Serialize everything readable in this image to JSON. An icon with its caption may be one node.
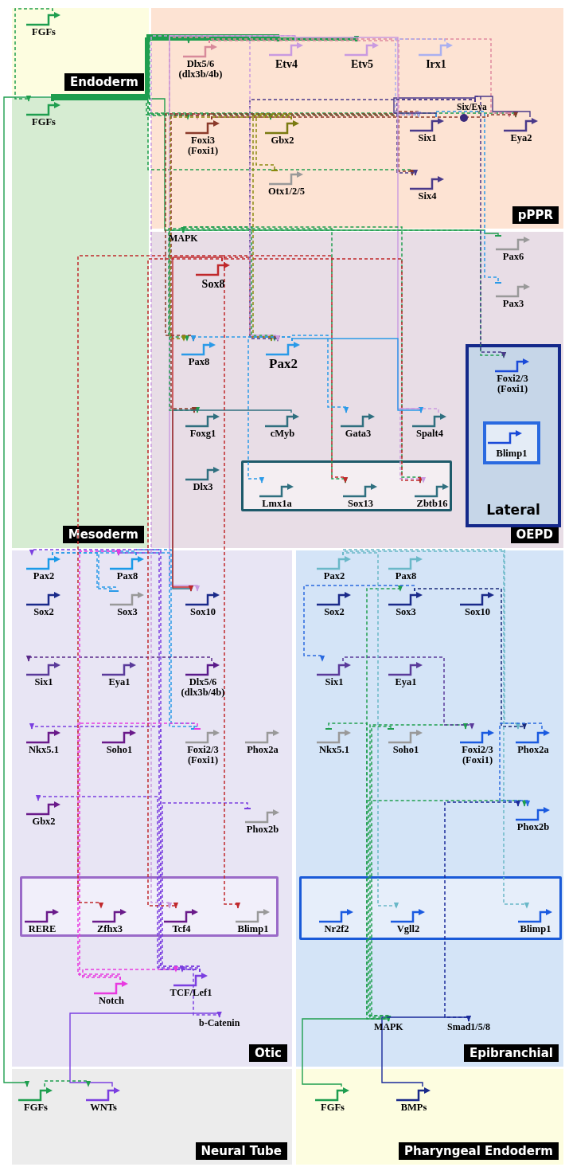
{
  "diagram": {
    "nodes": [
      {
        "text": [
          "Endoderm"
        ]
      },
      {
        "text": [
          "FGFs"
        ],
        "in": 0
      },
      {
        "text": [
          "Mesoderm"
        ]
      },
      {
        "text": [
          "FGFs"
        ],
        "in": 2
      },
      {
        "text": [
          "pPPR"
        ]
      },
      {
        "text": [
          "Dlx5/6 (dlx3b/4b)"
        ],
        "in": 4
      },
      {
        "text": [
          "Etv4"
        ],
        "in": 4
      },
      {
        "text": [
          "Etv5"
        ],
        "in": 4
      },
      {
        "text": [
          "Irx1"
        ],
        "in": 4
      },
      {
        "text": [
          "Foxi3 (Foxi1)"
        ],
        "in": 4
      },
      {
        "text": [
          "Gbx2"
        ],
        "in": 4
      },
      {
        "text": [
          "Six1"
        ],
        "in": 4
      },
      {
        "text": [
          "Six/Eya"
        ],
        "in": 4
      },
      {
        "text": [
          "Eya2"
        ],
        "in": 4
      },
      {
        "text": [
          "Otx1/2/5"
        ],
        "in": 4
      },
      {
        "text": [
          "Six4"
        ],
        "in": 4
      },
      {
        "text": [
          "OEPD"
        ]
      },
      {
        "text": [
          "MAPK"
        ],
        "in": 16
      },
      {
        "text": [
          "Pax6"
        ],
        "in": 16
      },
      {
        "text": [
          "Sox8"
        ],
        "in": 16
      },
      {
        "text": [
          "Pax3"
        ],
        "in": 16
      },
      {
        "text": [
          "Pax8"
        ],
        "in": 16
      },
      {
        "text": [
          "Pax2"
        ],
        "in": 16
      },
      {
        "text": [
          "Lateral"
        ],
        "in": 16
      },
      {
        "text": [
          "Foxi2/3 (Foxi1)"
        ],
        "in": 23
      },
      {
        "text": [
          "Blimp1"
        ],
        "in": 23
      },
      {
        "text": [
          "Foxg1"
        ],
        "in": 16
      },
      {
        "text": [
          "cMyb"
        ],
        "in": 16
      },
      {
        "text": [
          "Gata3"
        ],
        "in": 16
      },
      {
        "text": [
          "Spalt4"
        ],
        "in": 16
      },
      {
        "text": [
          "Dlx3"
        ],
        "in": 16
      },
      {
        "text": [],
        "shape": "box",
        "in": 16
      },
      {
        "text": [
          "Lmx1a"
        ],
        "in": 31
      },
      {
        "text": [
          "Sox13"
        ],
        "in": 31
      },
      {
        "text": [
          "Zbtb16"
        ],
        "in": 31
      },
      {
        "text": [
          "Otic"
        ]
      },
      {
        "text": [
          "Pax2"
        ],
        "in": 35
      },
      {
        "text": [
          "Pax8"
        ],
        "in": 35
      },
      {
        "text": [
          "Sox2"
        ],
        "in": 35
      },
      {
        "text": [
          "Sox3"
        ],
        "in": 35
      },
      {
        "text": [
          "Sox10"
        ],
        "in": 35
      },
      {
        "text": [
          "Six1"
        ],
        "in": 35
      },
      {
        "text": [
          "Eya1"
        ],
        "in": 35
      },
      {
        "text": [
          "Dlx5/6 (dlx3b/4b)"
        ],
        "in": 35
      },
      {
        "text": [
          "Nkx5.1"
        ],
        "in": 35
      },
      {
        "text": [
          "Soho1"
        ],
        "in": 35
      },
      {
        "text": [
          "Foxi2/3 (Foxi1)"
        ],
        "in": 35
      },
      {
        "text": [
          "Phox2a"
        ],
        "in": 35
      },
      {
        "text": [
          "Gbx2"
        ],
        "in": 35
      },
      {
        "text": [
          "Phox2b"
        ],
        "in": 35
      },
      {
        "text": [],
        "shape": "box",
        "in": 35
      },
      {
        "text": [
          "RERE"
        ],
        "in": 50
      },
      {
        "text": [
          "Zfhx3"
        ],
        "in": 50
      },
      {
        "text": [
          "Tcf4"
        ],
        "in": 50
      },
      {
        "text": [
          "Blimp1"
        ],
        "in": 50
      },
      {
        "text": [
          "Notch"
        ],
        "in": 35
      },
      {
        "text": [
          "TCF/Lef1"
        ],
        "in": 35
      },
      {
        "text": [
          "b-Catenin"
        ],
        "in": 35
      },
      {
        "text": [
          "Epibranchial"
        ]
      },
      {
        "text": [
          "Pax2"
        ],
        "in": 58
      },
      {
        "text": [
          "Pax8"
        ],
        "in": 58
      },
      {
        "text": [
          "Sox2"
        ],
        "in": 58
      },
      {
        "text": [
          "Sox3"
        ],
        "in": 58
      },
      {
        "text": [
          "Sox10"
        ],
        "in": 58
      },
      {
        "text": [
          "Six1"
        ],
        "in": 58
      },
      {
        "text": [
          "Eya1"
        ],
        "in": 58
      },
      {
        "text": [
          "Nkx5.1"
        ],
        "in": 58
      },
      {
        "text": [
          "Soho1"
        ],
        "in": 58
      },
      {
        "text": [
          "Foxi2/3 (Foxi1)"
        ],
        "in": 58
      },
      {
        "text": [
          "Phox2a"
        ],
        "in": 58
      },
      {
        "text": [
          "Phox2b"
        ],
        "in": 58
      },
      {
        "text": [],
        "shape": "box",
        "in": 58
      },
      {
        "text": [
          "Nr2f2"
        ],
        "in": 71
      },
      {
        "text": [
          "Vgll2"
        ],
        "in": 71
      },
      {
        "text": [
          "Blimp1"
        ],
        "in": 71
      },
      {
        "text": [
          "MAPK"
        ],
        "in": 58
      },
      {
        "text": [
          "Smad1/5/8"
        ],
        "in": 58
      },
      {
        "text": [
          "Neural Tube"
        ]
      },
      {
        "text": [
          "FGFs"
        ],
        "in": 77
      },
      {
        "text": [
          "WNTs"
        ],
        "in": 77
      },
      {
        "text": [
          "Pharyngeal Endoderm"
        ]
      },
      {
        "text": [
          "FGFs"
        ],
        "in": 80
      },
      {
        "text": [
          "BMPs"
        ],
        "in": 80
      }
    ],
    "edges": [
      {
        "from": 1,
        "to": 3,
        "arrow": "to",
        "style": "dashed",
        "color": "#1f9e4f"
      },
      {
        "from": 3,
        "to": 5,
        "arrow": "to",
        "style": "dashed",
        "color": "#1f9e4f"
      },
      {
        "from": 3,
        "to": 6,
        "arrow": "to",
        "style": "thick",
        "color": "#1f9e4f"
      },
      {
        "from": 3,
        "to": 7,
        "arrow": "to",
        "style": "thick",
        "color": "#1f9e4f"
      },
      {
        "from": 3,
        "to": 9,
        "arrow": "to",
        "style": "dashed",
        "color": "#1f9e4f"
      },
      {
        "from": 3,
        "to": 10,
        "arrow": "to",
        "style": "dashed",
        "color": "#1f9e4f"
      },
      {
        "from": 3,
        "to": 11,
        "arrow": "to",
        "style": "dashed",
        "color": "#1f9e4f"
      },
      {
        "from": 3,
        "to": 13,
        "arrow": "to",
        "style": "dashed",
        "color": "#1f9e4f"
      },
      {
        "from": 3,
        "to": 15,
        "arrow": "to",
        "style": "dashed",
        "color": "#1f9e4f"
      },
      {
        "from": 3,
        "to": 17,
        "arrow": "to",
        "color": "#1f9e4f"
      },
      {
        "from": 3,
        "to": 78,
        "arrow": "to",
        "color": "#1f9e4f"
      },
      {
        "from": 5,
        "to": 9,
        "arrow": "to",
        "style": "dashed",
        "color": "#e08aa0"
      },
      {
        "from": 5,
        "to": 11,
        "arrow": "to",
        "style": "dashed",
        "color": "#e08aa0"
      },
      {
        "from": 5,
        "to": 13,
        "arrow": "to",
        "style": "dashed",
        "color": "#e08aa0"
      },
      {
        "from": 9,
        "to": 11,
        "arrow": "to",
        "style": "dashed",
        "color": "#8b3a2a"
      },
      {
        "from": 9,
        "to": 13,
        "arrow": "to",
        "style": "dashed",
        "color": "#8b3a2a"
      },
      {
        "from": 9,
        "to": 15,
        "arrow": "to",
        "style": "dashed",
        "color": "#8b3a2a"
      },
      {
        "from": 10,
        "to": 14,
        "arrow": "other",
        "style": "dashed",
        "color": "#8a8a10"
      },
      {
        "from": 8,
        "to": 11,
        "arrow": "to",
        "style": "dashed",
        "color": "#aab0f0"
      },
      {
        "from": 11,
        "to": 12,
        "arrow": "none",
        "color": "#4a3a8a"
      },
      {
        "from": 13,
        "to": 12,
        "arrow": "none",
        "color": "#4a3a8a"
      },
      {
        "from": 12,
        "to": 15,
        "arrow": "to",
        "style": "dashed",
        "color": "#4a3a8a"
      },
      {
        "from": 6,
        "to": 29,
        "arrow": "to",
        "color": "#c99ae0"
      },
      {
        "from": 6,
        "to": 40,
        "arrow": "to",
        "color": "#c99ae0"
      },
      {
        "from": 17,
        "to": 18,
        "arrow": "other",
        "color": "#1f9e4f"
      },
      {
        "from": 17,
        "to": 21,
        "arrow": "to",
        "style": "dashed",
        "color": "#1f9e4f"
      },
      {
        "from": 17,
        "to": 22,
        "arrow": "to",
        "style": "dashed",
        "color": "#1f9e4f"
      },
      {
        "from": 17,
        "to": 26,
        "arrow": "to",
        "style": "dashed",
        "color": "#1f9e4f"
      },
      {
        "from": 17,
        "to": 33,
        "arrow": "to",
        "style": "dashed",
        "color": "#1f9e4f"
      },
      {
        "from": 17,
        "to": 34,
        "arrow": "to",
        "style": "dashed",
        "color": "#1f9e4f"
      },
      {
        "from": 17,
        "to": 24,
        "arrow": "to",
        "style": "dashed",
        "color": "#1f9e4f"
      },
      {
        "from": 19,
        "to": 22,
        "arrow": "to",
        "style": "dashed",
        "color": "#c0282b"
      },
      {
        "from": 19,
        "to": 33,
        "arrow": "to",
        "style": "dashed",
        "color": "#c0282b"
      },
      {
        "from": 19,
        "to": 34,
        "arrow": "to",
        "style": "dashed",
        "color": "#c0282b"
      },
      {
        "from": 9,
        "to": 26,
        "arrow": "to",
        "style": "dashed",
        "color": "#8b3a2a"
      },
      {
        "from": 9,
        "to": 21,
        "arrow": "to",
        "style": "dashed",
        "color": "#8b3a2a"
      },
      {
        "from": 10,
        "to": 21,
        "arrow": "to",
        "style": "dashed",
        "color": "#8a8a10"
      },
      {
        "from": 10,
        "to": 22,
        "arrow": "to",
        "style": "dashed",
        "color": "#8a8a10"
      },
      {
        "from": 12,
        "to": 24,
        "arrow": "to",
        "style": "dashed",
        "color": "#4a3a8a"
      },
      {
        "from": 12,
        "to": 22,
        "arrow": "to",
        "style": "dashed",
        "color": "#4a3a8a"
      },
      {
        "from": 22,
        "to": 32,
        "arrow": "to",
        "style": "dashed",
        "color": "#2a9ae8"
      },
      {
        "from": 22,
        "to": 28,
        "arrow": "to",
        "style": "dashed",
        "color": "#2a9ae8"
      },
      {
        "from": 22,
        "to": 29,
        "arrow": "to",
        "color": "#2a9ae8"
      },
      {
        "from": 22,
        "to": 21,
        "arrow": "to",
        "style": "dashed",
        "color": "#2a9ae8"
      },
      {
        "from": 11,
        "to": 20,
        "arrow": "other",
        "style": "dashed",
        "color": "#2a9ae8"
      },
      {
        "from": 27,
        "to": 40,
        "arrow": "to",
        "color": "#2f6f7f"
      },
      {
        "from": 29,
        "to": 34,
        "arrow": "to",
        "style": "dashed",
        "color": "#c99ae0"
      },
      {
        "from": 6,
        "to": 22,
        "arrow": "to",
        "style": "dashed",
        "color": "#c99ae0"
      },
      {
        "from": 36,
        "to": 39,
        "arrow": "other",
        "style": "dashed",
        "color": "#2a9ae8"
      },
      {
        "from": 37,
        "to": 39,
        "arrow": "other",
        "style": "dashed",
        "color": "#2a9ae8"
      },
      {
        "from": 37,
        "to": 46,
        "arrow": "other",
        "style": "dashed",
        "color": "#2a9ae8"
      },
      {
        "from": 36,
        "to": 46,
        "arrow": "other",
        "style": "dashed",
        "color": "#2a9ae8"
      },
      {
        "from": 43,
        "to": 41,
        "arrow": "to",
        "style": "dashed",
        "color": "#5a2a8a"
      },
      {
        "from": 56,
        "to": 36,
        "arrow": "to",
        "style": "dashed",
        "color": "#7b3fe0"
      },
      {
        "from": 56,
        "to": 37,
        "arrow": "to",
        "style": "dashed",
        "color": "#7b3fe0"
      },
      {
        "from": 56,
        "to": 48,
        "arrow": "to",
        "style": "dashed",
        "color": "#7b3fe0"
      },
      {
        "from": 56,
        "to": 49,
        "arrow": "other",
        "style": "dashed",
        "color": "#7b3fe0"
      },
      {
        "from": 56,
        "to": 44,
        "arrow": "to",
        "style": "dashed",
        "color": "#7b3fe0"
      },
      {
        "from": 55,
        "to": 37,
        "arrow": "to",
        "style": "dashed",
        "color": "#e83ae0"
      },
      {
        "from": 55,
        "to": 46,
        "arrow": "other",
        "style": "dashed",
        "color": "#e83ae0"
      },
      {
        "from": 55,
        "to": 56,
        "arrow": "to",
        "style": "dashed",
        "color": "#e83ae0"
      },
      {
        "from": 19,
        "to": 40,
        "arrow": "to",
        "color": "#c0282b"
      },
      {
        "from": 19,
        "to": 52,
        "arrow": "to",
        "style": "dashed",
        "color": "#c0282b"
      },
      {
        "from": 19,
        "to": 53,
        "arrow": "to",
        "style": "dashed",
        "color": "#c0282b"
      },
      {
        "from": 19,
        "to": 54,
        "arrow": "to",
        "style": "dashed",
        "color": "#c0282b"
      },
      {
        "from": 6,
        "to": 53,
        "arrow": "to",
        "style": "dashed",
        "color": "#c99ae0"
      },
      {
        "from": 57,
        "to": 56,
        "arrow": "to",
        "style": "dashed",
        "color": "#7b3fe0"
      },
      {
        "from": 79,
        "to": 57,
        "arrow": "to",
        "color": "#7b3fe0"
      },
      {
        "from": 78,
        "to": 79,
        "arrow": "to",
        "style": "dashed",
        "color": "#1f9e4f"
      },
      {
        "from": 81,
        "to": 75,
        "arrow": "to",
        "color": "#1f9e4f"
      },
      {
        "from": 82,
        "to": 76,
        "arrow": "to",
        "color": "#1a2a9a"
      },
      {
        "from": 75,
        "to": 66,
        "arrow": "other",
        "style": "dashed",
        "color": "#1f9e4f"
      },
      {
        "from": 75,
        "to": 67,
        "arrow": "other",
        "style": "dashed",
        "color": "#1f9e4f"
      },
      {
        "from": 75,
        "to": 68,
        "arrow": "to",
        "style": "dashed",
        "color": "#1f9e4f"
      },
      {
        "from": 75,
        "to": 70,
        "arrow": "to",
        "style": "dashed",
        "color": "#1f9e4f"
      },
      {
        "from": 75,
        "to": 62,
        "arrow": "to",
        "style": "dashed",
        "color": "#1f9e4f"
      },
      {
        "from": 76,
        "to": 70,
        "arrow": "to",
        "style": "dashed",
        "color": "#1a2a9a"
      },
      {
        "from": 62,
        "to": 64,
        "arrow": "to",
        "style": "dashed",
        "color": "#2a6ae0"
      },
      {
        "from": 62,
        "to": 69,
        "arrow": "to",
        "style": "dashed",
        "color": "#1a2a7a"
      },
      {
        "from": 64,
        "to": 68,
        "arrow": "to",
        "style": "dashed",
        "color": "#5a3a9a"
      },
      {
        "from": 59,
        "to": 69,
        "arrow": "to",
        "style": "dashed",
        "color": "#6ab8c8"
      },
      {
        "from": 59,
        "to": 73,
        "arrow": "to",
        "style": "dashed",
        "color": "#6ab8c8"
      },
      {
        "from": 59,
        "to": 74,
        "arrow": "to",
        "style": "dashed",
        "color": "#6ab8c8"
      },
      {
        "from": 69,
        "to": 70,
        "arrow": "to",
        "style": "dashed",
        "color": "#2a6ae0"
      }
    ]
  }
}
